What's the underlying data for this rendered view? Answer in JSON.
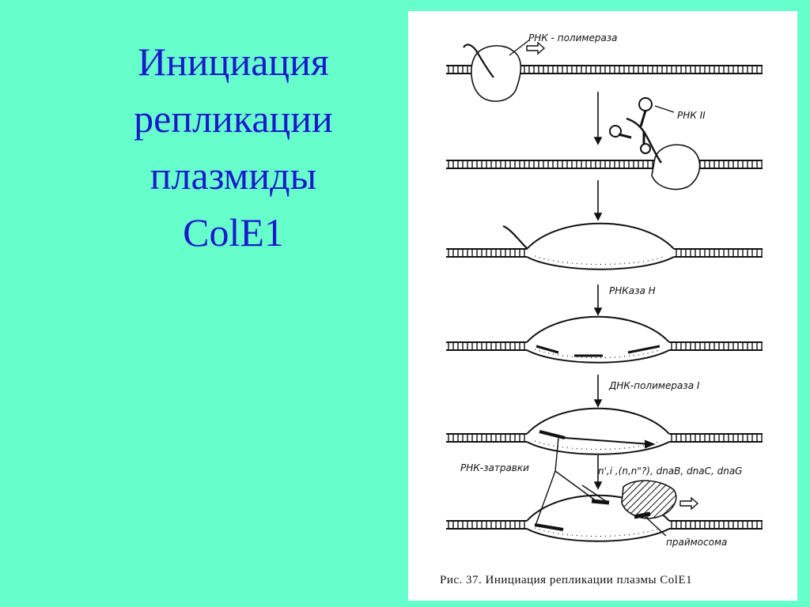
{
  "slide": {
    "title_lines": [
      "Инициация",
      "репликации",
      "плазмиды",
      "ColE1"
    ]
  },
  "figure": {
    "labels": {
      "rnap": "РНК - полимераза",
      "rna2": "РНК II",
      "rnase_h": "РНКаза Н",
      "dnap1": "ДНК-полимераза I",
      "primers": "РНК-затравки",
      "proteins": "n',i ,(n,n\"?), dnaB, dnaC, dnaG",
      "primosome": "праймосома"
    },
    "caption": "Рис. 37. Инициация репликации плазмы ColE1"
  },
  "colors": {
    "background": "#66FFCC",
    "title": "#1A1ACC",
    "ink": "#111111",
    "panel": "#FFFFFF"
  }
}
